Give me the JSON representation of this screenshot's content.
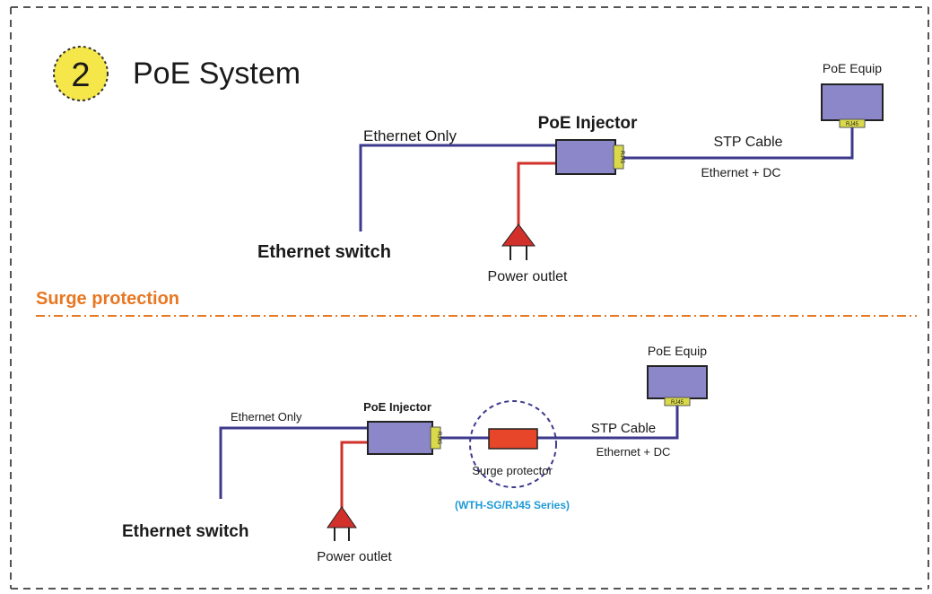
{
  "header": {
    "step_number": "2",
    "title": "PoE System"
  },
  "section_divider": {
    "label": "Surge protection"
  },
  "top_diagram": {
    "poe_equip_label": "PoE Equip",
    "poe_injector_label": "PoE Injector",
    "ethernet_only_label": "Ethernet Only",
    "stp_cable_label": "STP Cable",
    "ethernet_dc_label": "Ethernet + DC",
    "ethernet_switch_label": "Ethernet switch",
    "power_outlet_label": "Power outlet",
    "rj45_port_label": "RJ45"
  },
  "bottom_diagram": {
    "poe_equip_label": "PoE Equip",
    "poe_injector_label": "PoE Injector",
    "ethernet_only_label": "Ethernet Only",
    "stp_cable_label": "STP Cable",
    "ethernet_dc_label": "Ethernet + DC",
    "ethernet_switch_label": "Ethernet switch",
    "power_outlet_label": "Power outlet",
    "surge_protector_label": "Surge protector",
    "series_label": "(WTH-SG/RJ45 Series)",
    "rj45_port_label": "RJ45"
  },
  "colors": {
    "cable": "#3d3a8c",
    "power_cable": "#d2302a",
    "device_fill": "#8b87c9",
    "port_fill": "#d9d94a",
    "surge_protector_fill": "#e8462a",
    "accent_orange": "#e87722",
    "series_blue": "#1e9ad6",
    "badge_yellow": "#f5e64a",
    "border_dash": "#555555"
  }
}
